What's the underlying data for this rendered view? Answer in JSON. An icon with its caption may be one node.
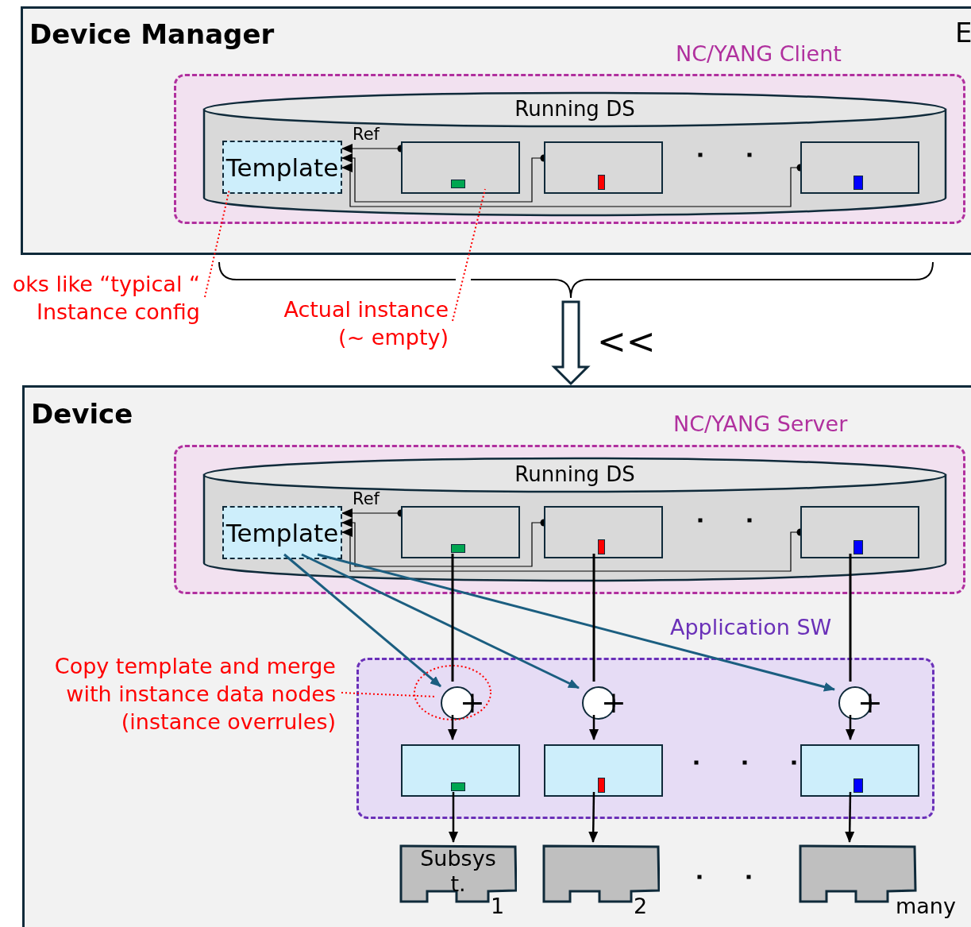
{
  "diagram": {
    "nodes": [
      {
        "text": [
          "Device Manager"
        ]
      },
      {
        "text": [
          "NC/YANG Client"
        ],
        "in": 0
      },
      {
        "text": [
          "Running DS"
        ],
        "in": 1
      },
      {
        "text": [
          "Template"
        ],
        "in": 2
      },
      {
        "text": [],
        "shape": "box",
        "in": 2
      },
      {
        "text": [],
        "shape": "box",
        "in": 2
      },
      {
        "text": [],
        "shape": "box",
        "in": 2
      },
      {
        "text": [
          "oks like “typical “ Instance config"
        ]
      },
      {
        "text": [
          "Actual instance (~ empty)"
        ]
      },
      {
        "text": [
          "Device"
        ]
      },
      {
        "text": [
          "NC/YANG Server"
        ],
        "in": 9
      },
      {
        "text": [
          "Running DS"
        ],
        "in": 10
      },
      {
        "text": [
          "Template"
        ],
        "in": 11
      },
      {
        "text": [],
        "shape": "box",
        "in": 11
      },
      {
        "text": [],
        "shape": "box",
        "in": 11
      },
      {
        "text": [],
        "shape": "box",
        "in": 11
      },
      {
        "text": [
          "Application SW"
        ],
        "in": 9
      },
      {
        "text": [
          "+"
        ],
        "in": 16
      },
      {
        "text": [
          "+"
        ],
        "in": 16
      },
      {
        "text": [
          "+"
        ],
        "in": 16
      },
      {
        "text": [],
        "shape": "box",
        "in": 16
      },
      {
        "text": [],
        "shape": "box",
        "in": 16
      },
      {
        "text": [],
        "shape": "box",
        "in": 16
      },
      {
        "text": [
          "Subsys t."
        ],
        "beside": [
          "1"
        ],
        "in": 9
      },
      {
        "text": [],
        "shape": "box",
        "beside": [
          "2"
        ],
        "in": 9
      },
      {
        "text": [],
        "shape": "box",
        "beside": [
          "many"
        ],
        "in": 9
      },
      {
        "text": [
          "Copy template and merge with instance data nodes (instance overrules)"
        ],
        "in": 9
      }
    ],
    "edges": [
      {
        "from": 4,
        "to": 3,
        "arrow": "to",
        "label": "Ref"
      },
      {
        "from": 5,
        "to": 3,
        "arrow": "to"
      },
      {
        "from": 6,
        "to": 3,
        "arrow": "to"
      },
      {
        "from": 7,
        "to": 3,
        "arrow": "none",
        "style": "dashed",
        "color": "#ff0000"
      },
      {
        "from": 8,
        "to": 4,
        "arrow": "none",
        "style": "dashed",
        "color": "#ff0000"
      },
      {
        "from": null,
        "to": 9,
        "arrow": "to",
        "label": "<<"
      },
      {
        "from": 13,
        "to": 12,
        "arrow": "to",
        "label": "Ref"
      },
      {
        "from": 14,
        "to": 12,
        "arrow": "to"
      },
      {
        "from": 15,
        "to": 12,
        "arrow": "to"
      },
      {
        "from": 12,
        "to": 17,
        "arrow": "to",
        "color": "#1b5e80"
      },
      {
        "from": 12,
        "to": 18,
        "arrow": "to",
        "color": "#1b5e80"
      },
      {
        "from": 12,
        "to": 19,
        "arrow": "to",
        "color": "#1b5e80"
      },
      {
        "from": 13,
        "to": 17,
        "arrow": "none"
      },
      {
        "from": 14,
        "to": 18,
        "arrow": "none"
      },
      {
        "from": 15,
        "to": 19,
        "arrow": "none"
      },
      {
        "from": 17,
        "to": 20,
        "arrow": "to"
      },
      {
        "from": 18,
        "to": 21,
        "arrow": "to"
      },
      {
        "from": 19,
        "to": 22,
        "arrow": "to"
      },
      {
        "from": 20,
        "to": 23,
        "arrow": "to"
      },
      {
        "from": 21,
        "to": 24,
        "arrow": "to"
      },
      {
        "from": 22,
        "to": 25,
        "arrow": "to"
      },
      {
        "from": 26,
        "to": 17,
        "arrow": "none",
        "style": "dashed",
        "color": "#ff0000"
      }
    ],
    "labels": [
      "E"
    ]
  }
}
